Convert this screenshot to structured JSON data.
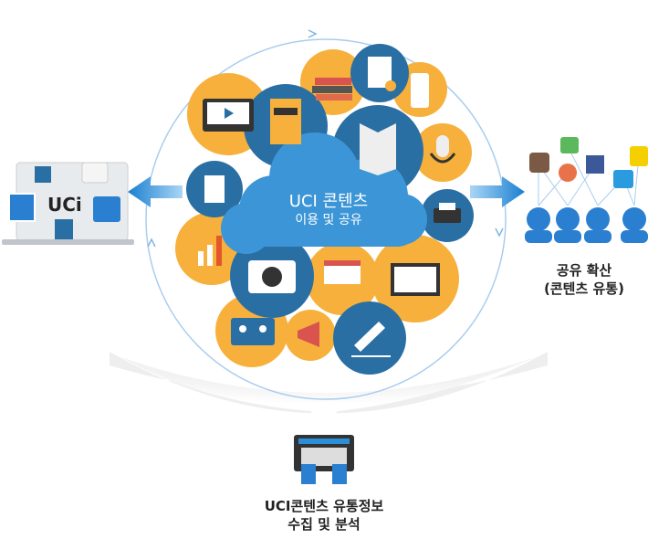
{
  "center": {
    "title": "UCI 콘텐츠",
    "subtitle": "이용 및 공유"
  },
  "right_label": {
    "line1": "공유 확산",
    "line2": "(콘텐츠 유통)"
  },
  "bottom_label": {
    "line1": "UCI콘텐츠 유통정보",
    "line2": "수집 및 분석"
  },
  "laptop_logo": "UCi",
  "social_icons": [
    "instagram-icon",
    "blog-icon",
    "kakaostory-icon",
    "facebook-icon",
    "twitter-icon",
    "kakaotalk-icon"
  ],
  "colors": {
    "orange": "#f7b03c",
    "blue": "#2a6fa3",
    "cloud": "#3b95d6",
    "arrow": "#2a8fd8"
  }
}
